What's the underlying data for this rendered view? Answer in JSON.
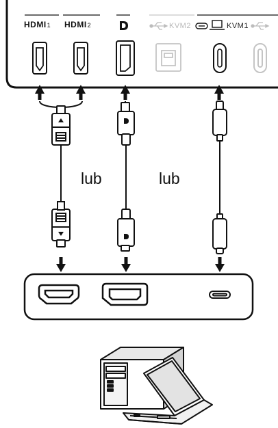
{
  "ports": [
    {
      "id": "hdmi1",
      "brand": "HDMI",
      "num": "1",
      "dim": false
    },
    {
      "id": "hdmi2",
      "brand": "HDMI",
      "num": "2",
      "dim": false
    },
    {
      "id": "dp",
      "brand": "D",
      "num": "",
      "dim": false
    },
    {
      "id": "kvm2",
      "label": "KVM2",
      "dim": true
    },
    {
      "id": "kvm1",
      "label": "KVM1",
      "dim": false
    }
  ],
  "or_labels": [
    "lub",
    "lub"
  ],
  "colors": {
    "line": "#111111",
    "dim": "#b8b8b8",
    "fill": "#ffffff"
  },
  "icons": [
    "usb-icon",
    "usb-c-icon",
    "laptop-icon",
    "hdmi-port-icon",
    "displayport-port-icon",
    "usb-c-port-icon",
    "usb-b-port-icon",
    "arrow-up-icon",
    "arrow-down-icon",
    "computer-icon"
  ]
}
